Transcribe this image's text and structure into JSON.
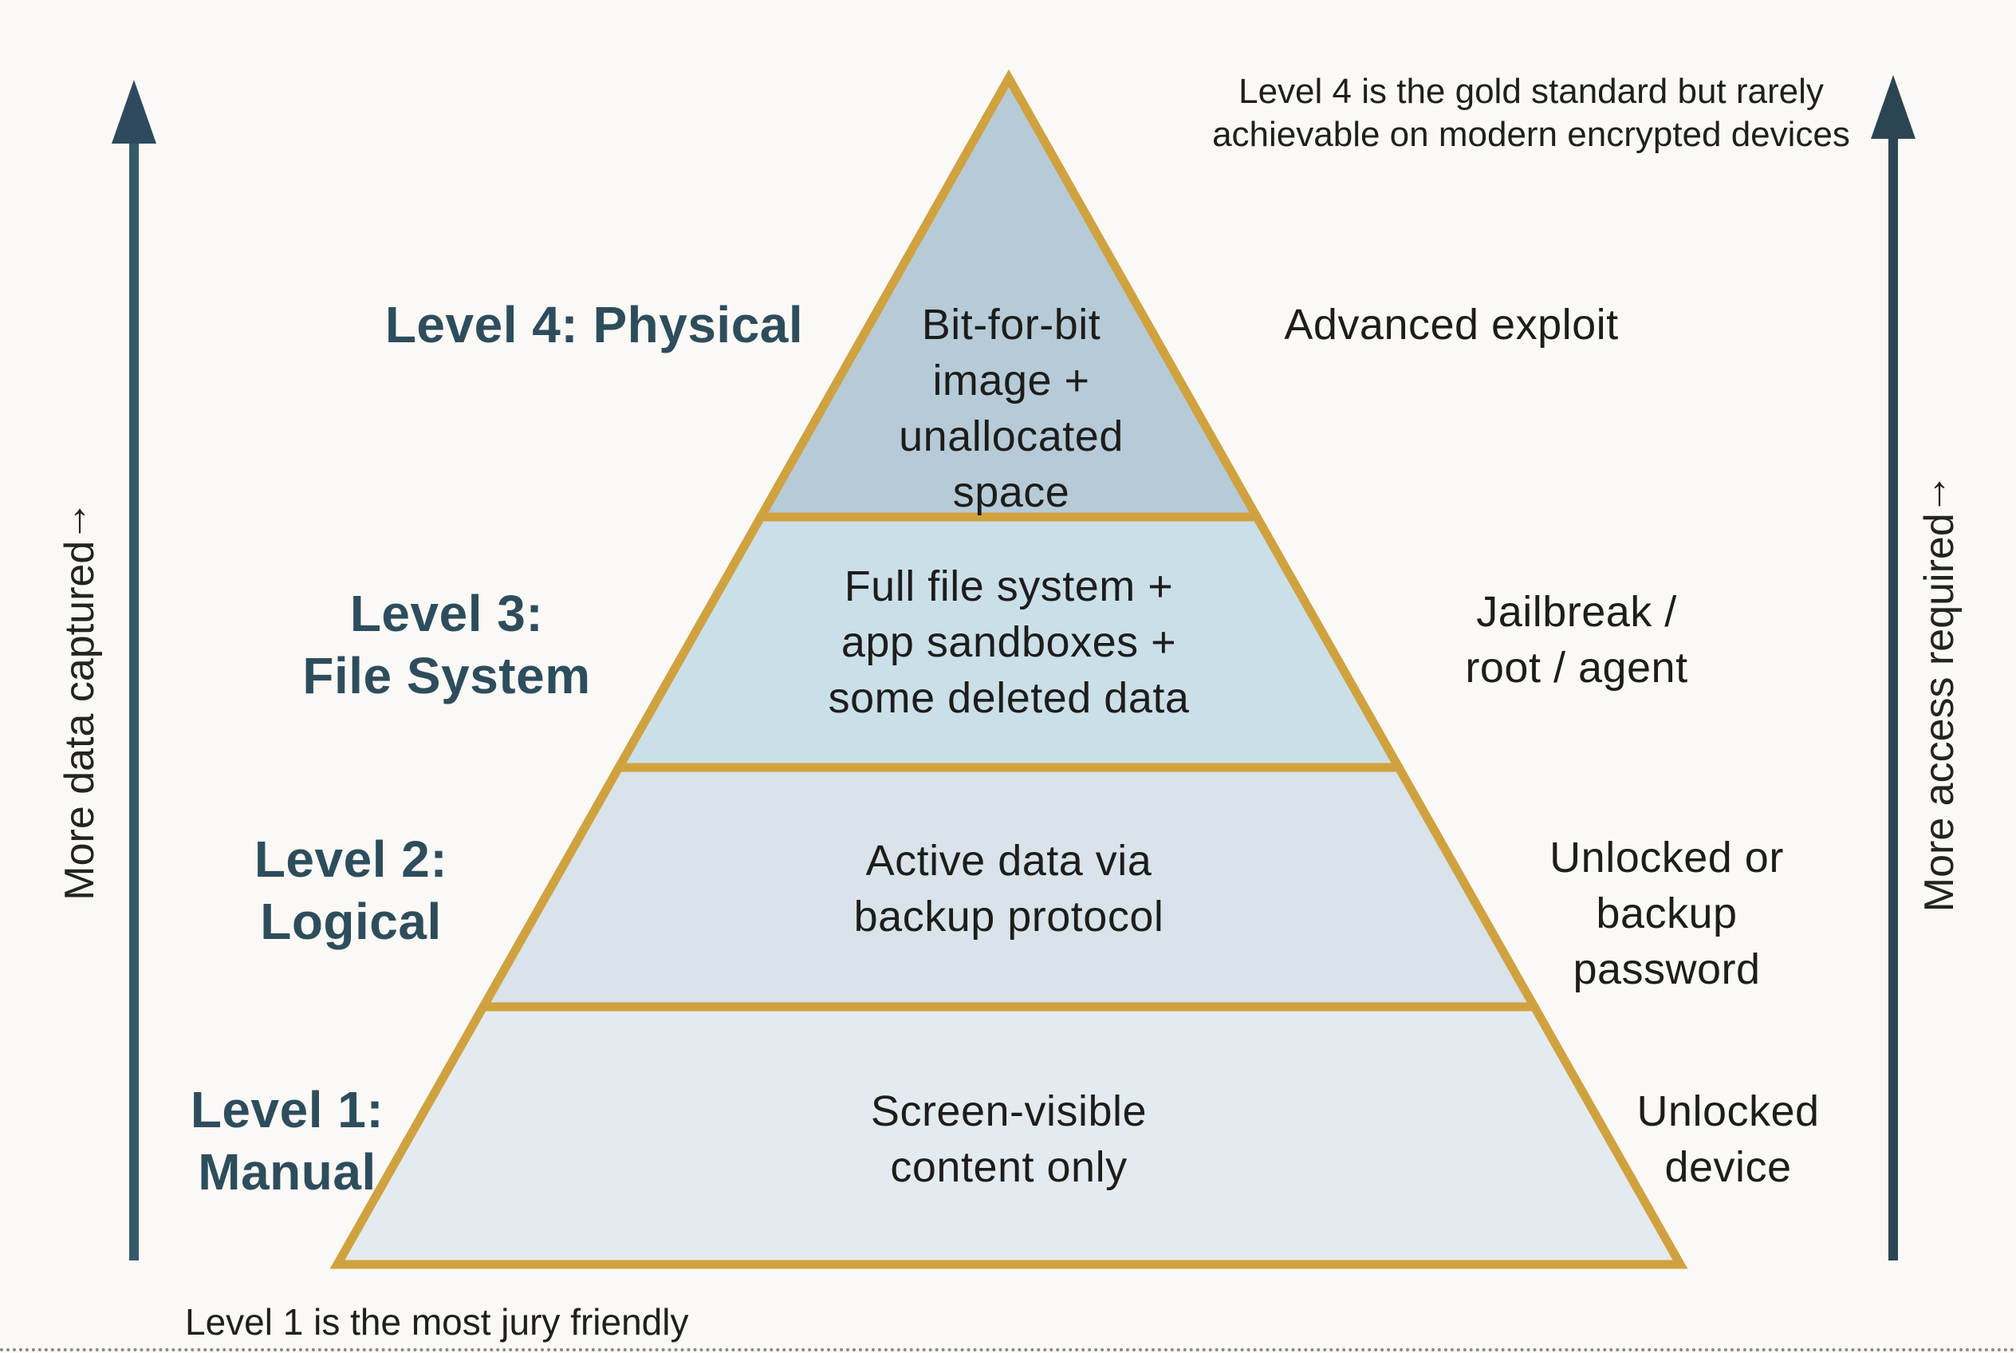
{
  "diagram": {
    "type": "pyramid-4-levels",
    "top_note": "Level 4 is the gold standard but rarely\nachievable on modern encrypted devices",
    "footer_note": "Level 1 is the most jury friendly",
    "left_axis": {
      "text": "More data captured",
      "arrow": "↑"
    },
    "right_axis": {
      "text": "More access required",
      "arrow": "↑"
    },
    "levels": [
      {
        "label": "Level 4: Physical",
        "band": "Bit-for-bit\nimage +\nunallocated\nspace",
        "access": "Advanced exploit"
      },
      {
        "label": "Level 3:\nFile System",
        "band": "Full file system +\napp sandboxes +\nsome deleted data",
        "access": "Jailbreak /\nroot / agent"
      },
      {
        "label": "Level 2:\nLogical",
        "band": "Active data via\nbackup protocol",
        "access": "Unlocked or\nbackup\npassword"
      },
      {
        "label": "Level 1:\nManual",
        "band": "Screen-visible\ncontent only",
        "access": "Unlocked\ndevice"
      }
    ],
    "colors": {
      "background": "#faf9f6",
      "gold_border": "#d0a23f",
      "level4_fill": "#b6cbd7",
      "level3_fill": "#cbdfe8",
      "level2_fill": "#d8e3ea",
      "level1_fill": "#e4ebf0",
      "label_teal": "#2e4d5c",
      "arrow_slate": "#31525f",
      "body_text": "#1d1d1b"
    }
  }
}
